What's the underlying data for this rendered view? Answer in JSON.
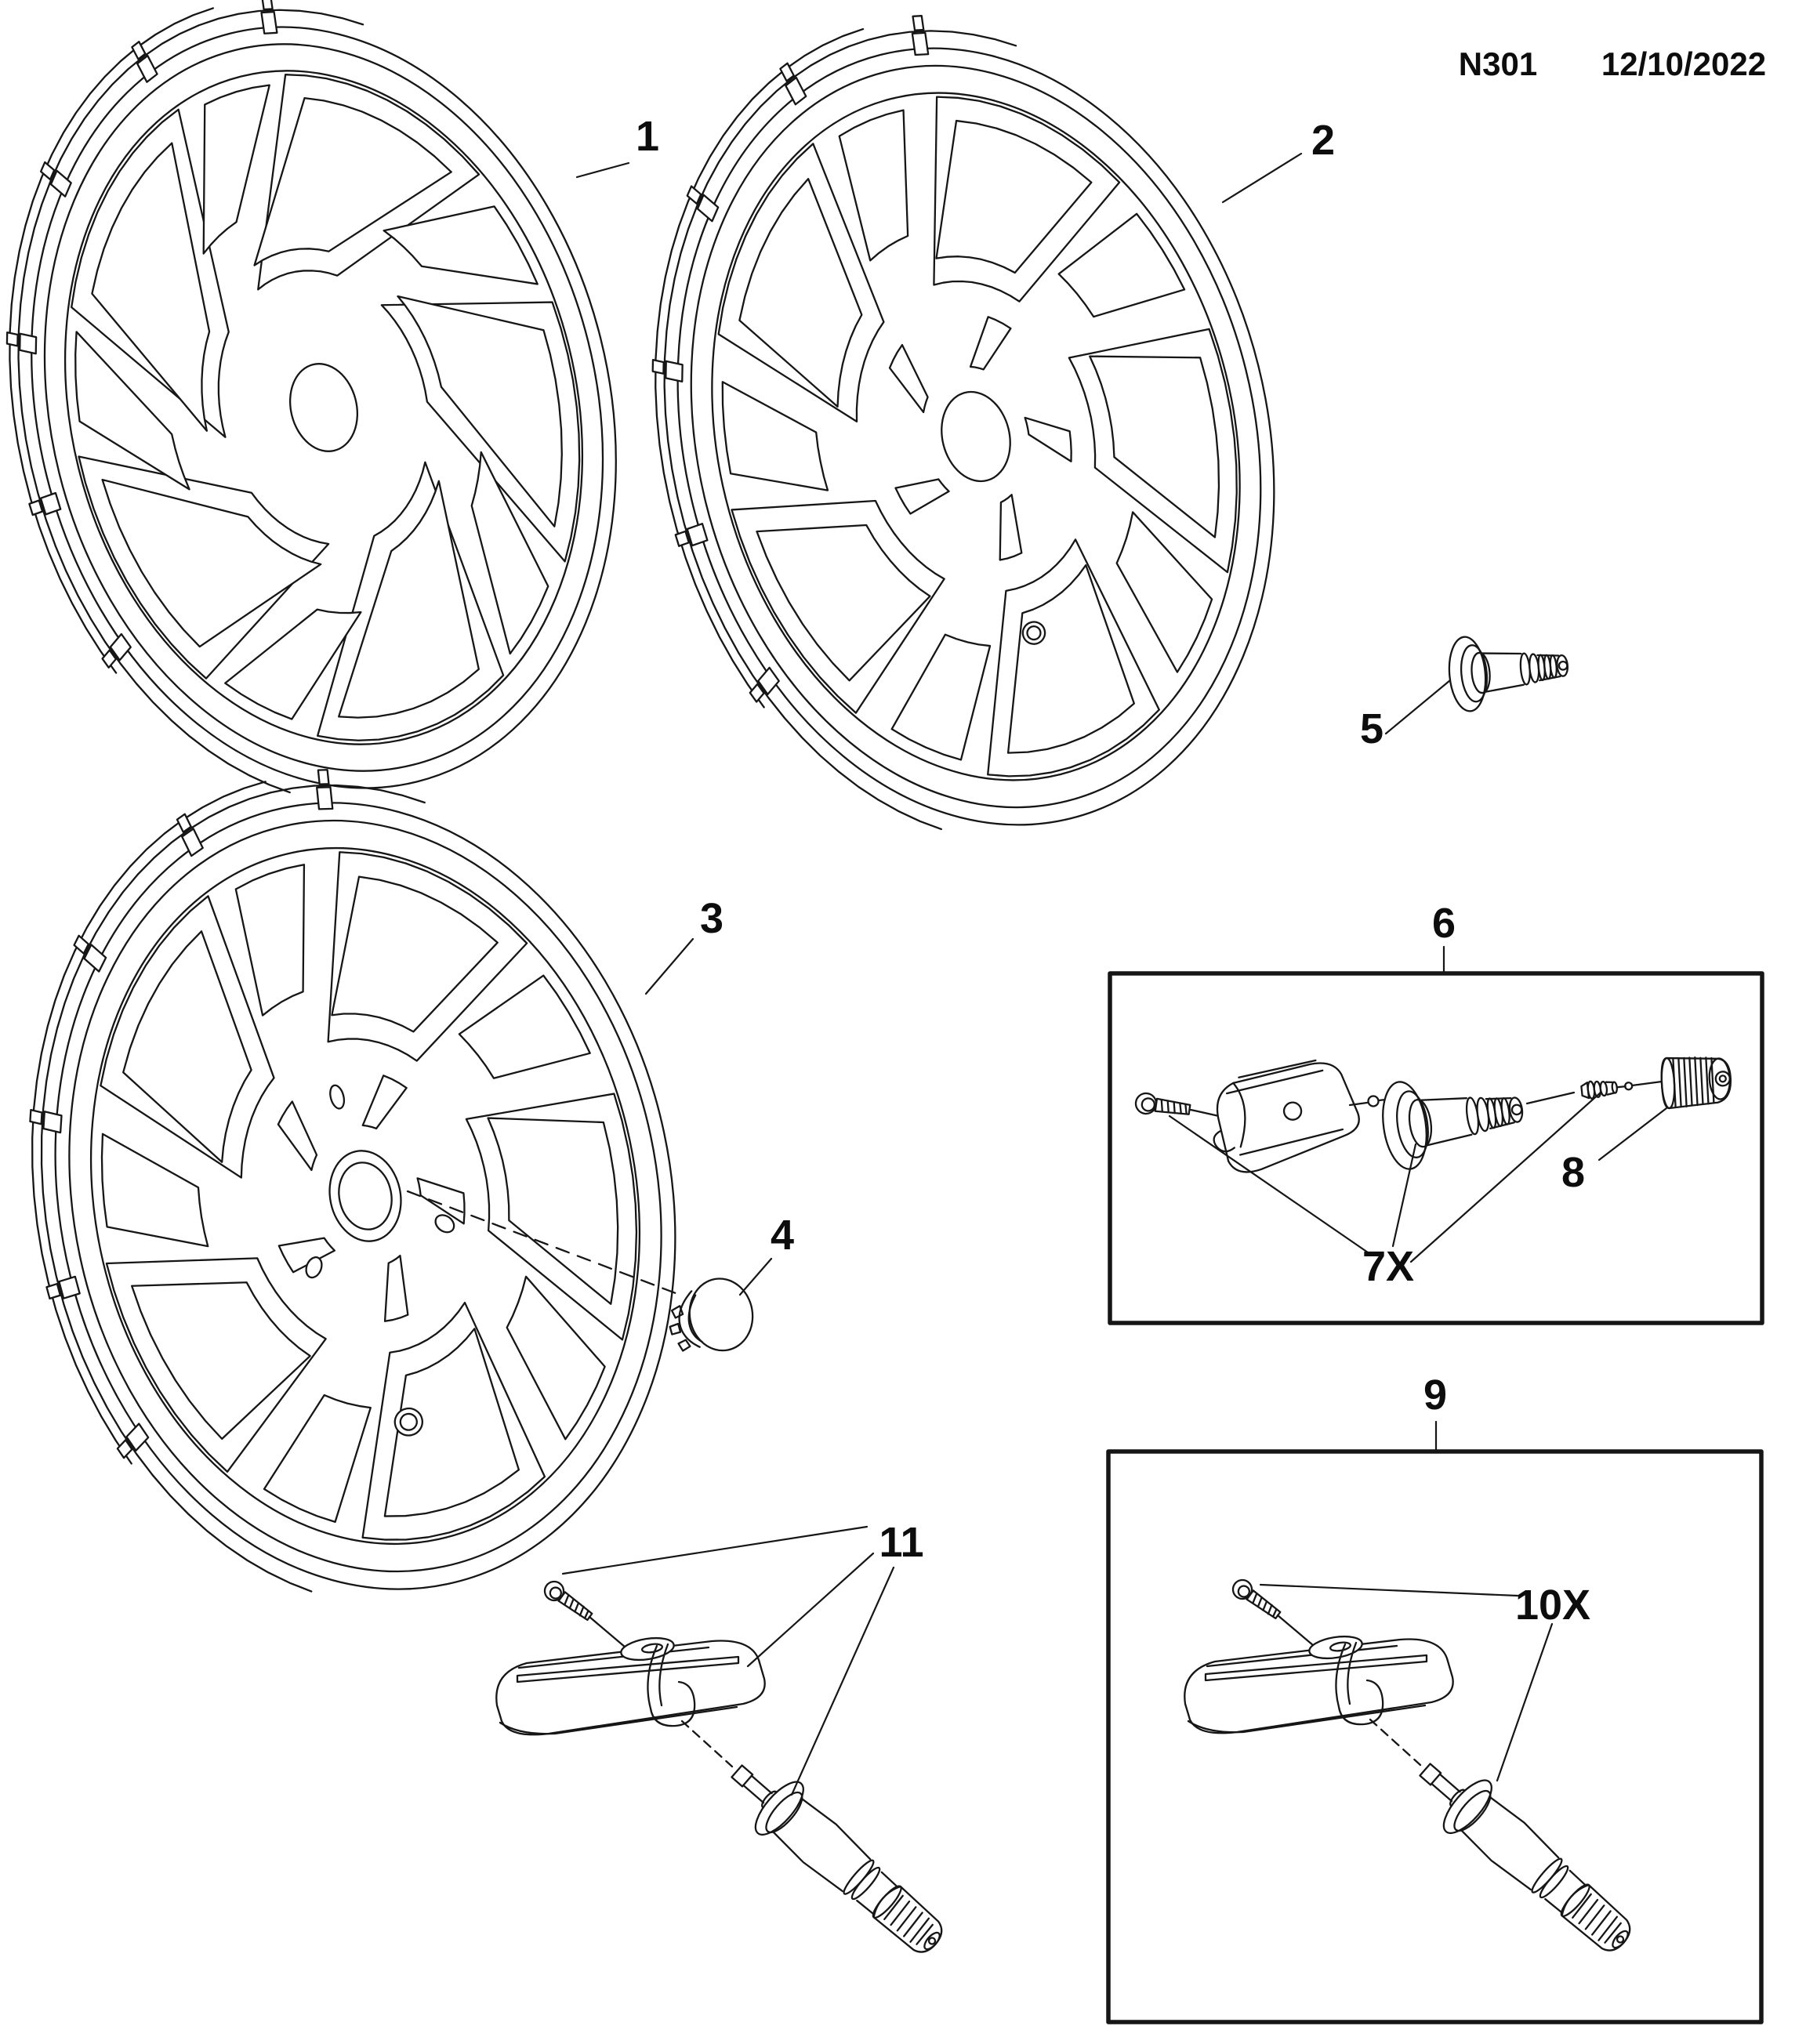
{
  "header": {
    "code": "N301",
    "date": "12/10/2022"
  },
  "callouts": [
    {
      "id": "1",
      "label": "1"
    },
    {
      "id": "2",
      "label": "2"
    },
    {
      "id": "3",
      "label": "3"
    },
    {
      "id": "4",
      "label": "4"
    },
    {
      "id": "5",
      "label": "5"
    },
    {
      "id": "6",
      "label": "6"
    },
    {
      "id": "7",
      "label": "7X"
    },
    {
      "id": "8",
      "label": "8"
    },
    {
      "id": "9",
      "label": "9"
    },
    {
      "id": "10",
      "label": "10X"
    },
    {
      "id": "11",
      "label": "11"
    }
  ],
  "colors": {
    "line": "#161616",
    "background": "#ffffff"
  }
}
